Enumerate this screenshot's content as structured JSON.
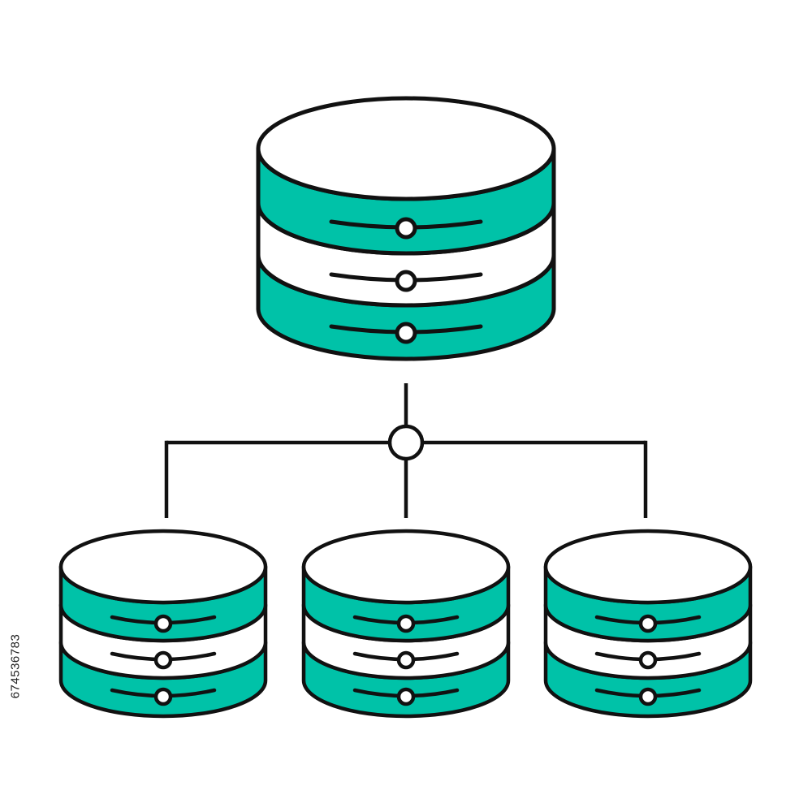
{
  "diagram": {
    "nodes": [
      {
        "id": "primary",
        "role": "primary-database"
      },
      {
        "id": "replica-1",
        "role": "child-database"
      },
      {
        "id": "replica-2",
        "role": "child-database"
      },
      {
        "id": "replica-3",
        "role": "child-database"
      }
    ],
    "edges": [
      {
        "from": "primary",
        "to": "replica-1"
      },
      {
        "from": "primary",
        "to": "replica-2"
      },
      {
        "from": "primary",
        "to": "replica-3"
      }
    ],
    "colors": {
      "accent": "#00C2A8",
      "stroke": "#111111",
      "fill": "#FFFFFF"
    }
  },
  "watermark": {
    "stock_id": "674536783"
  }
}
